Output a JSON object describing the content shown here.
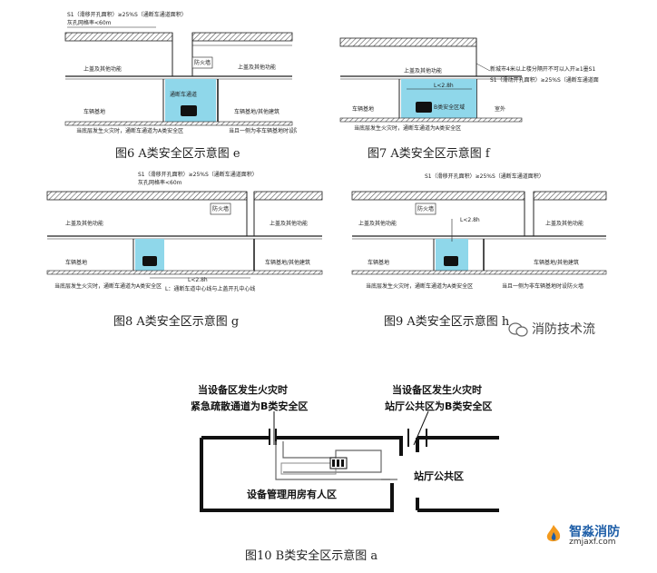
{
  "figure_e": {
    "caption": "图6  A类安全区示意图 e",
    "top_note": "S1（滑移开孔面积）≥25%S（通断车通道面积）",
    "opening_note": "灰孔网格率<60m",
    "label_upper_left": "上盖及其他功能",
    "label_upper_right": "上盖及其他功能",
    "label_vehicle_base": "车辆基地",
    "label_vehicle_other": "车辆基地/其他建筑",
    "label_wall": "防火墙",
    "label_channel": "通断车通道",
    "bottom_note_left": "当底层发生火灾时，通断车通道为A类安全区",
    "bottom_note_right": "当且一侧为非车辆基地时设防火墙"
  },
  "figure_f": {
    "caption": "图7  A类安全区示意图 f",
    "side_note_1": "新城市4米以上楼分隔开不可以入开≥1墨S1",
    "side_note_2": "S1（滑动开孔面积）≥25%S（通断车通道面积）",
    "dim_label": "L<2.8h",
    "label_upper": "上盖及其他功能",
    "label_vehicle_base": "车辆基地",
    "label_outdoor": "室外",
    "label_zone": "B类安全区域",
    "bottom_note_left": "当底层发生火灾时，通断车通道为A类安全区"
  },
  "figure_g": {
    "caption": "图8  A类安全区示意图 g",
    "top_note": "S1（滑移开孔面积）≥25%S（通断车通道面积）",
    "opening_note": "灰孔网格率<60m",
    "label_upper_left": "上盖及其他功能",
    "label_upper_right": "上盖及其他功能",
    "label_vehicle_base": "车辆基地",
    "label_vehicle_other": "车辆基地/其他建筑",
    "label_wall": "防火墙",
    "dim_label": "L<2.8h",
    "bottom_note_left": "当底层发生火灾时，通断车通道为A类安全区",
    "bottom_note_right": "L：通断车道中心线与上盖开孔中心线"
  },
  "figure_h": {
    "caption": "图9  A类安全区示意图 h",
    "top_note": "S1（滑移开孔面积）≥25%S（通断车通道面积）",
    "label_upper_left": "上盖及其他功能",
    "label_upper_right": "上盖及其他功能",
    "label_vehicle_base": "车辆基地",
    "label_vehicle_other": "车辆基地/其他建筑",
    "label_wall": "防火墙",
    "dim_label": "L<2.8h",
    "bottom_note_left": "当底层发生火灾时，通断车通道为A类安全区",
    "bottom_note_right": "当且一侧为非车辆基地时设防火墙"
  },
  "figure_a": {
    "caption": "图10  B类安全区示意图 a",
    "note_left_1": "当设备区发生火灾时",
    "note_left_2": "紧急疏散通道为B类安全区",
    "note_right_1": "当设备区发生火灾时",
    "note_right_2": "站厅公共区为B类安全区",
    "label_equipment": "设备管理用房有人区",
    "label_hall": "站厅公共区"
  },
  "watermarks": {
    "wechat_text": "消防技术流",
    "logo_text": "智淼消防",
    "logo_url_text": "zmjaxf.com"
  },
  "colors": {
    "zone_fill": "#8fd7ea",
    "hatch": "#555555",
    "line": "#222222",
    "logo_orange": "#f39a1e",
    "logo_blue": "#1f5fa8"
  }
}
